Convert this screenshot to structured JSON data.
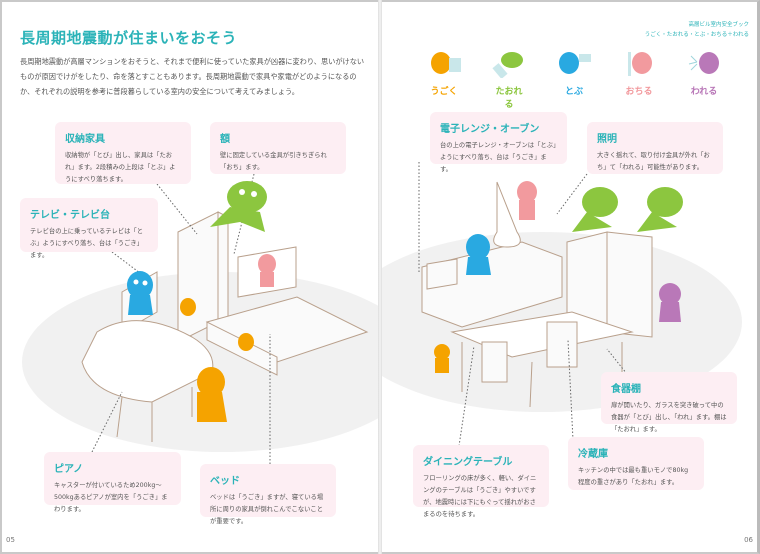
{
  "left_page": {
    "title": "長周期地震動が住まいをおそう",
    "intro": "長周期地震動が高層マンションをおそうと、それまで便利に使っていた家具が凶器に変わり、思いがけないものが原因でけがをしたり、命を落とすこともあります。長周期地震動で家具や家電がどのようになるのか、それぞれの説明を参考に普段暮らしている室内の安全について考えてみましょう。",
    "callouts": [
      {
        "title": "収納家具",
        "text": "収納物が「とび」出し、家具は「たおれ」ます。2段積みの上段は「とぶ」ようにすべり落ちます。"
      },
      {
        "title": "額",
        "text": "壁に固定している金具が引きちぎられ「おち」ます。"
      },
      {
        "title": "テレビ・テレビ台",
        "text": "テレビ台の上に乗っているテレビは「とぶ」ようにすべり落ち、台は「うごき」ます。"
      },
      {
        "title": "ピアノ",
        "text": "キャスターが付いているため200kg〜500kgあるピアノが室内を「うごき」まわります。"
      },
      {
        "title": "ベッド",
        "text": "ベッドは「うごき」ますが、寝ている場所に周りの家具が倒れこんでこないことが重要です。"
      }
    ],
    "page_number": "05"
  },
  "right_page": {
    "header": {
      "line1": "高層ビル室内安全ブック",
      "line2": "うごく・たおれる・とぶ・おちる＋われる"
    },
    "legend": [
      {
        "label": "うごく",
        "color": "#f5a300"
      },
      {
        "label": "たおれる",
        "color": "#8cc63f"
      },
      {
        "label": "とぶ",
        "color": "#29a9e1"
      },
      {
        "label": "おちる",
        "color": "#f29a9e"
      },
      {
        "label": "われる",
        "color": "#b978b8"
      }
    ],
    "callouts": [
      {
        "title": "電子レンジ・オーブン",
        "text": "台の上の電子レンジ・オーブンは「とぶ」ようにすべり落ち、台は「うごき」ます。"
      },
      {
        "title": "照明",
        "text": "大きく揺れて、取り付け金具が外れ「おち」て「われる」可能性があります。"
      },
      {
        "title": "食器棚",
        "text": "扉が開いたり、ガラスを突き破って中の食器が「とび」出し、「われ」ます。棚は「たおれ」ます。"
      },
      {
        "title": "冷蔵庫",
        "text": "キッチンの中では最も重いモノで80kg程度の重さがあり「たおれ」ます。"
      },
      {
        "title": "ダイニングテーブル",
        "text": "フローリングの床が多く、軽い、ダイニングのテーブルは「うごき」やすいですが、地震時には下にもぐって揺れがおさまるのを待ちます。"
      }
    ],
    "page_number": "06"
  }
}
